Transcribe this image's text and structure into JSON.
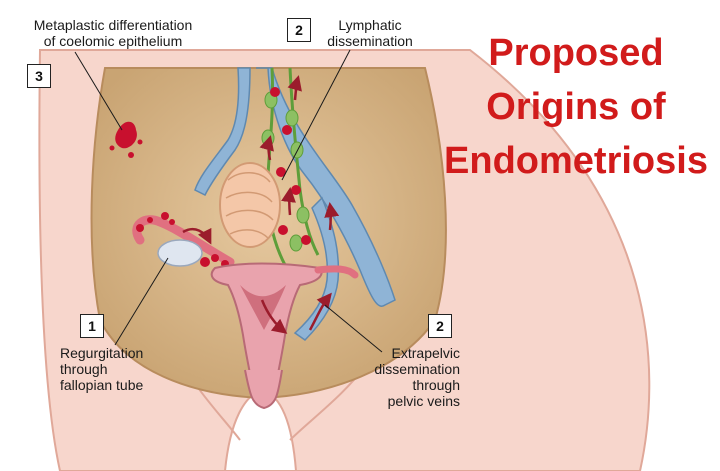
{
  "title": {
    "line1": "Proposed",
    "line2": "Origins of",
    "line3": "Endometriosis"
  },
  "labels": {
    "metaplastic": "Metaplastic differentiation\nof coelomic epithelium",
    "lymphatic": "Lymphatic\ndissemination",
    "regurgitation": "Regurgitation\nthrough\nfallopian tube",
    "extrapelvic": "Extrapelvic\ndissemination\nthrough\npelvic veins"
  },
  "markers": {
    "metaplastic": "3",
    "lymphatic": "2",
    "regurgitation": "1",
    "extrapelvic": "2"
  },
  "colors": {
    "title": "#d11b1b",
    "skin": "#f7d6cc",
    "cavity": "#d8b98e",
    "vein": "#8fb4d6",
    "lymph": "#8cc063",
    "uterus": "#e9a3ad",
    "lesion": "#c8102e",
    "arrow": "#9b1c2c"
  },
  "icons": {
    "arrow": "curved-arrow-icon",
    "lesion": "lesion-icon",
    "node": "lymph-node-icon"
  }
}
